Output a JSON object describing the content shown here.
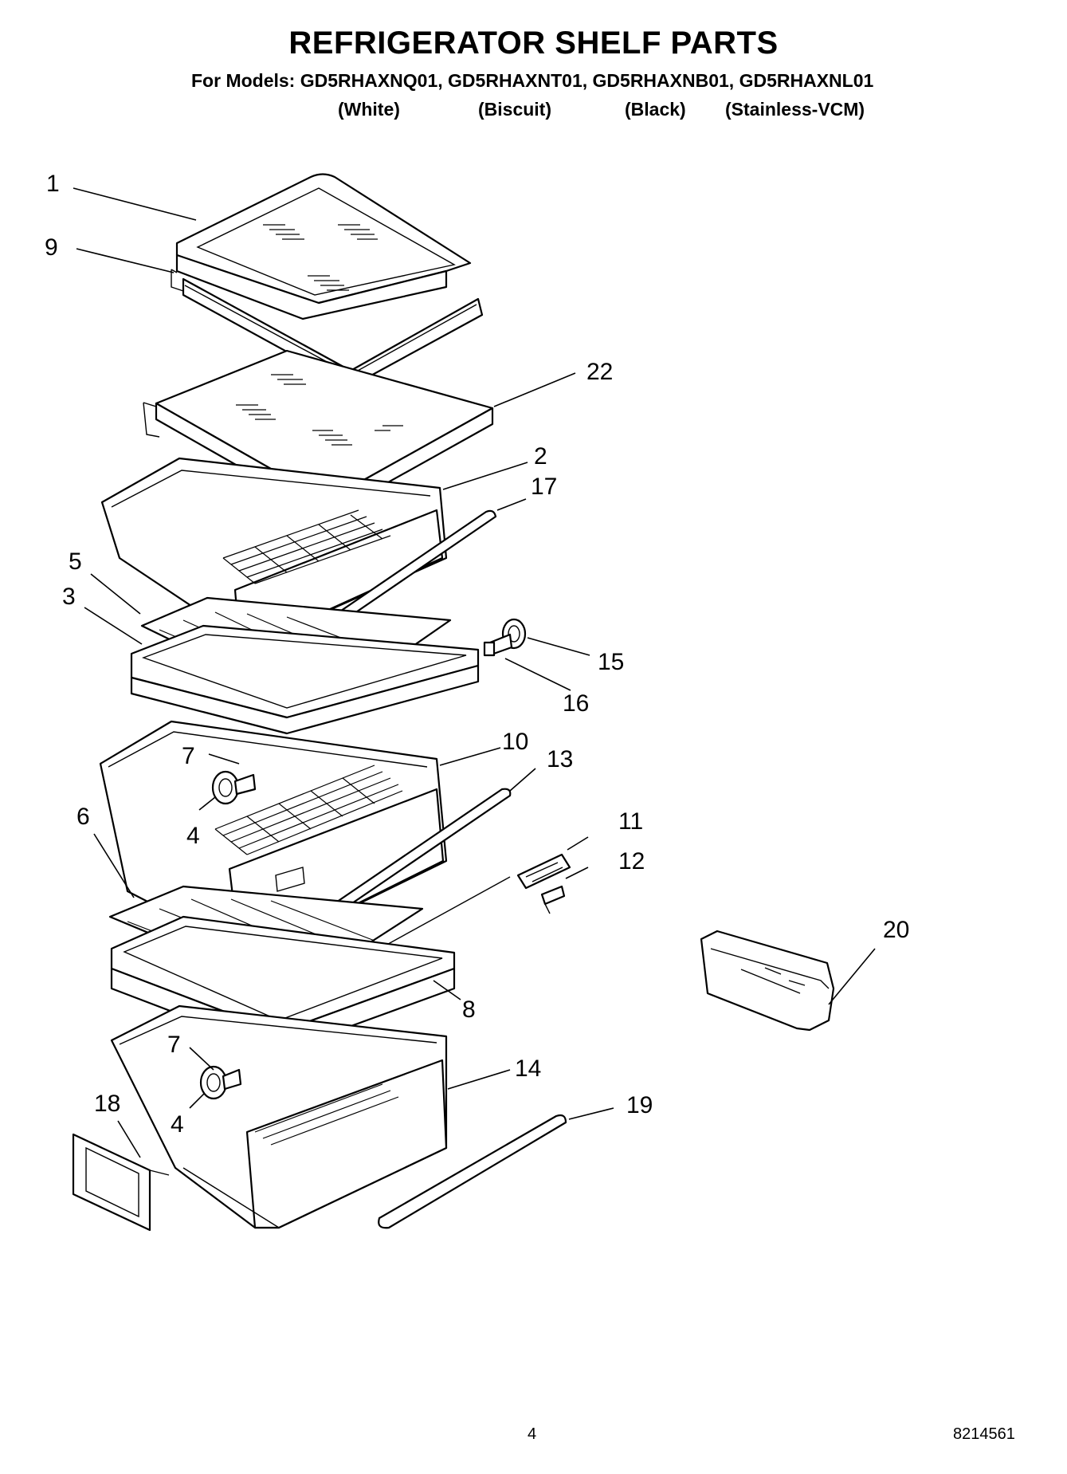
{
  "header": {
    "title": "REFRIGERATOR SHELF PARTS",
    "models_line": "For Models: GD5RHAXNQ01, GD5RHAXNT01, GD5RHAXNB01, GD5RHAXNL01",
    "colors": [
      "(White)",
      "(Biscuit)",
      "(Black)",
      "(Stainless-VCM)"
    ]
  },
  "callouts": {
    "c1": "1",
    "c9": "9",
    "c22": "22",
    "c2": "2",
    "c17": "17",
    "c5": "5",
    "c3": "3",
    "c15": "15",
    "c16": "16",
    "c7a": "7",
    "c10": "10",
    "c13": "13",
    "c4a": "4",
    "c6": "6",
    "c11": "11",
    "c12": "12",
    "c20": "20",
    "c8": "8",
    "c7b": "7",
    "c14": "14",
    "c18": "18",
    "c4b": "4",
    "c19": "19"
  },
  "footer": {
    "page_number": "4",
    "doc_number": "8214561"
  }
}
